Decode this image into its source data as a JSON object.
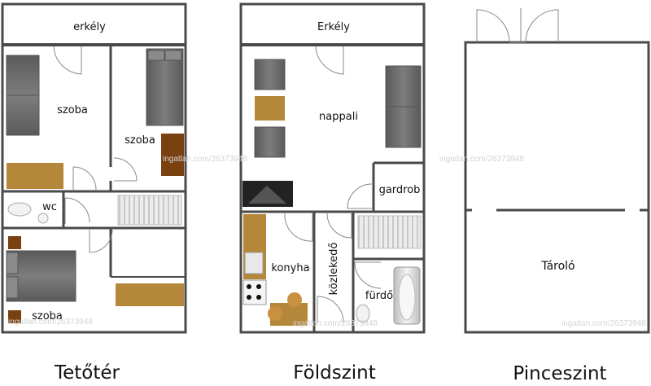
{
  "floors": [
    {
      "title": "Tetőtér",
      "rooms": [
        {
          "key": "erkely",
          "label": "erkély"
        },
        {
          "key": "szoba1",
          "label": "szoba"
        },
        {
          "key": "szoba2",
          "label": "szoba"
        },
        {
          "key": "wc",
          "label": "wc"
        },
        {
          "key": "szoba3",
          "label": "szoba"
        }
      ]
    },
    {
      "title": "Földszint",
      "rooms": [
        {
          "key": "erkely",
          "label": "Erkély"
        },
        {
          "key": "nappali",
          "label": "nappali"
        },
        {
          "key": "gardrob",
          "label": "gardrob"
        },
        {
          "key": "konyha",
          "label": "konyha"
        },
        {
          "key": "kozlekedo",
          "label": "közlekedő"
        },
        {
          "key": "furdo",
          "label": "fürdő"
        }
      ]
    },
    {
      "title": "Pinceszint",
      "rooms": [
        {
          "key": "tarolo",
          "label": "Tároló"
        }
      ]
    }
  ],
  "watermark": "ingatlan.com/26373948",
  "colors": {
    "wall": "#4a4a4a",
    "furniture_gray": "#6b6b6b",
    "wood": "#b5873a",
    "wood_dark": "#7a4010",
    "radiator": "#e6e6e6"
  }
}
